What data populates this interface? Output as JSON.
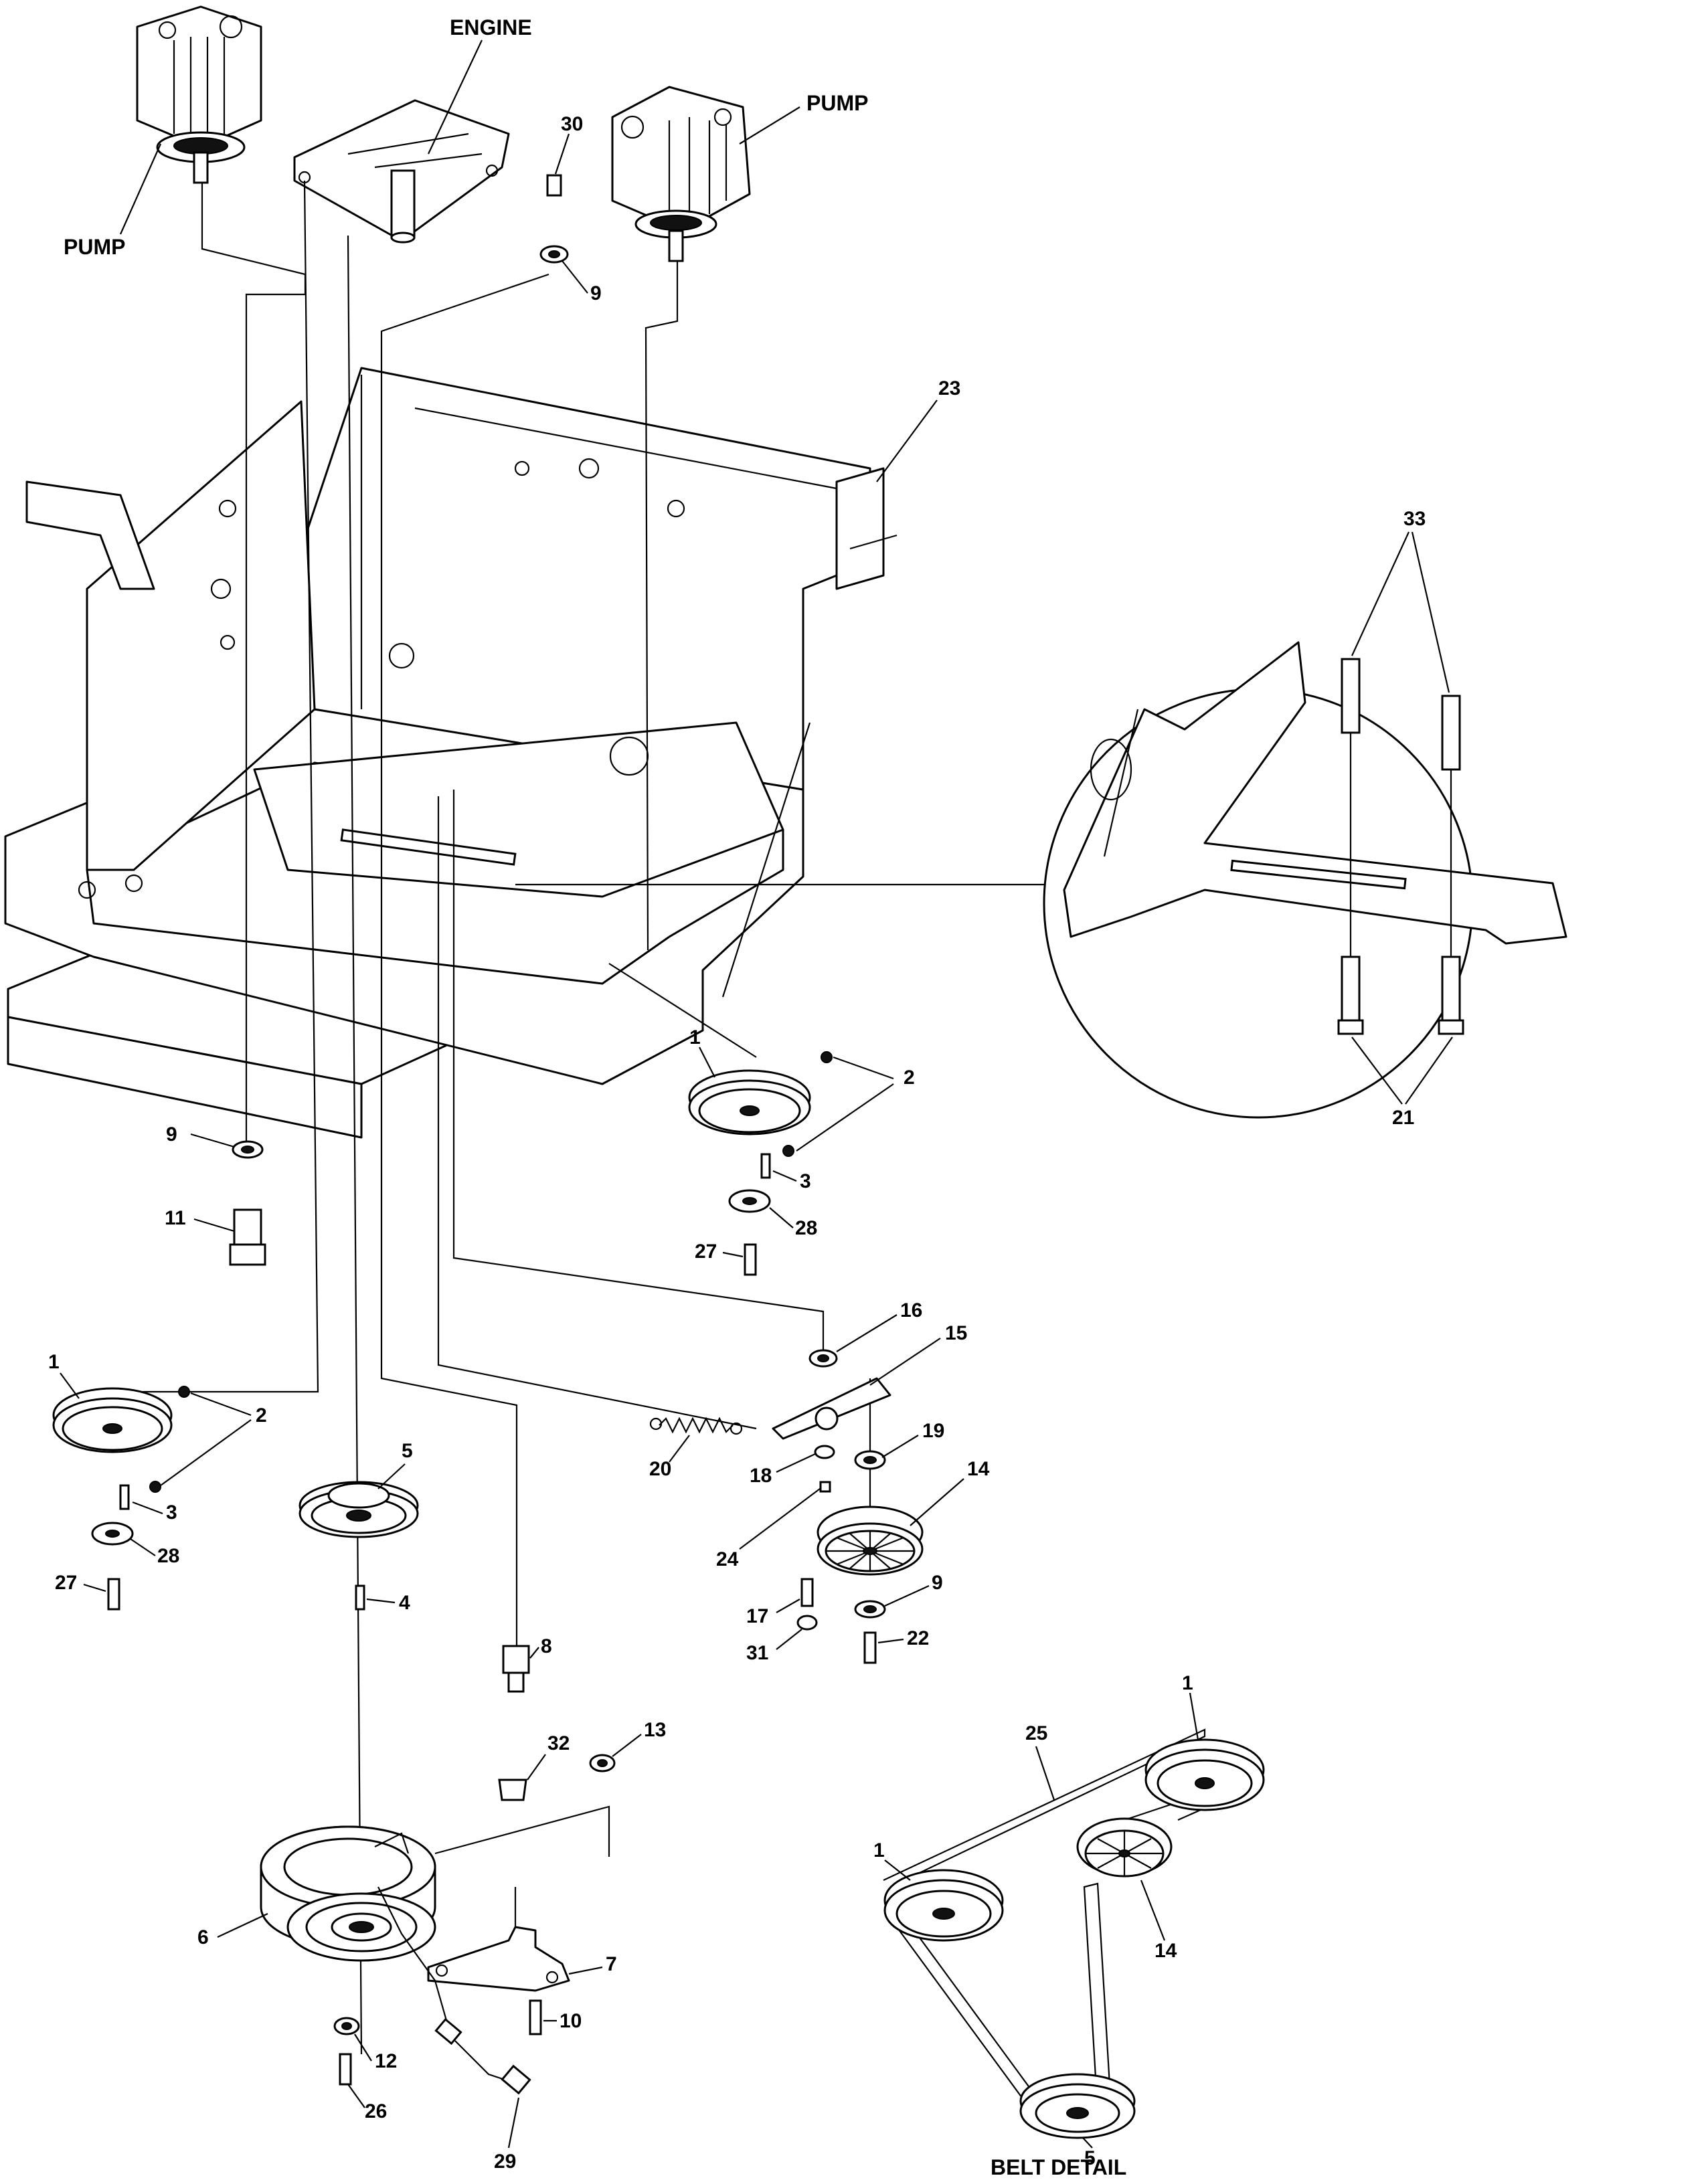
{
  "labels": {
    "engine": "ENGINE",
    "pump_left": "PUMP",
    "pump_right": "PUMP",
    "belt_detail": "BELT DETAIL"
  },
  "callouts": {
    "c30": "30",
    "c9a": "9",
    "c23": "23",
    "c33": "33",
    "c21": "21",
    "c1a": "1",
    "c2a": "2",
    "c3a": "3",
    "c28a": "28",
    "c27a": "27",
    "c9b": "9",
    "c11": "11",
    "c16": "16",
    "c15": "15",
    "c20": "20",
    "c19": "19",
    "c18": "18",
    "c14a": "14",
    "c24": "24",
    "c9c": "9",
    "c17": "17",
    "c22": "22",
    "c31": "31",
    "c1b": "1",
    "c2b": "2",
    "c3b": "3",
    "c28b": "28",
    "c27b": "27",
    "c5a": "5",
    "c4": "4",
    "c8": "8",
    "c32": "32",
    "c13": "13",
    "c6": "6",
    "c7": "7",
    "c12": "12",
    "c10": "10",
    "c26": "26",
    "c29": "29",
    "c25": "25",
    "c1c": "1",
    "c1d": "1",
    "c14b": "14",
    "c5b": "5"
  },
  "icons": {
    "pump": "hydraulic-pump-icon",
    "engine": "engine-mount-icon",
    "pulley": "pulley-icon",
    "clutch": "electric-clutch-icon",
    "frame": "chassis-frame-icon"
  }
}
